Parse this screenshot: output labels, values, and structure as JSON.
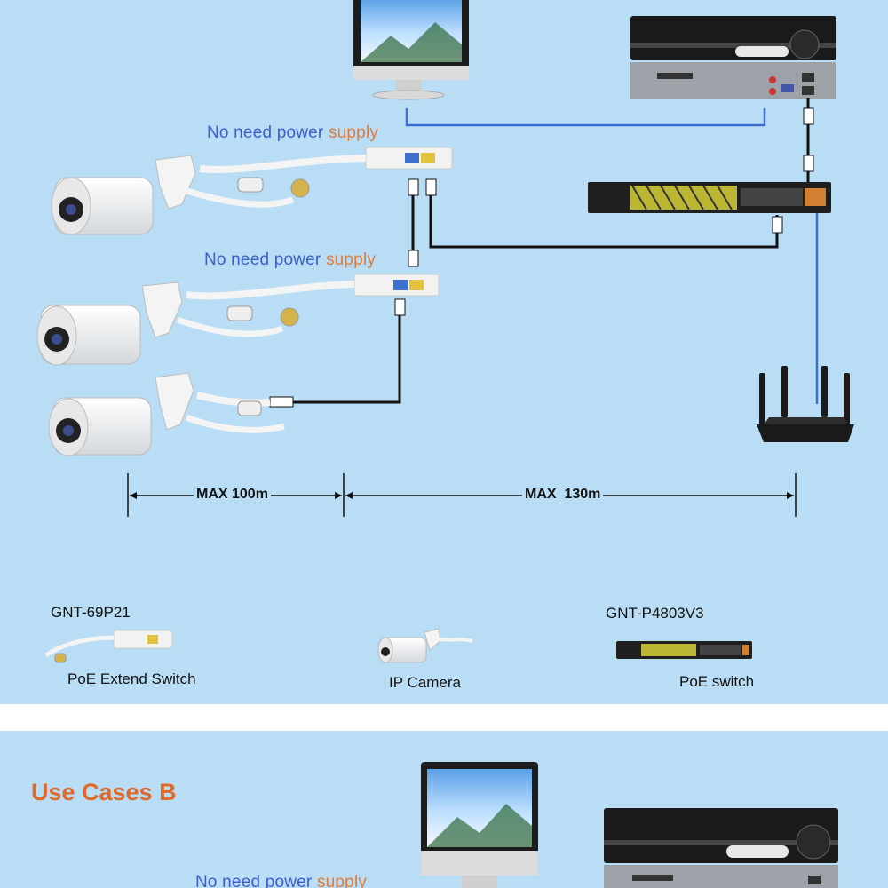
{
  "notes": {
    "no_power_1": {
      "part1": "No need power",
      "part2": "supply"
    },
    "no_power_2": {
      "part1": "No need power",
      "part2": "supply"
    },
    "no_power_3": {
      "part1": "No need power",
      "part2": "supply"
    }
  },
  "distances": {
    "segment_1": "MAX 100m",
    "segment_2": "MAX  130m"
  },
  "legend": {
    "extender_model": "GNT-69P21",
    "extender_label": "PoE Extend Switch",
    "camera_label": "IP Camera",
    "switch_model": "GNT-P4803V3",
    "switch_label": "PoE switch"
  },
  "section_b": {
    "heading": "Use Cases B"
  },
  "colors": {
    "background": "#b9ddf5",
    "note_blue": "#3a5fcd",
    "note_orange": "#e07c3a",
    "heading_orange": "#e06a2a",
    "cable_blue": "#3d6fd1",
    "switch_yellow": "#d7d23a"
  }
}
